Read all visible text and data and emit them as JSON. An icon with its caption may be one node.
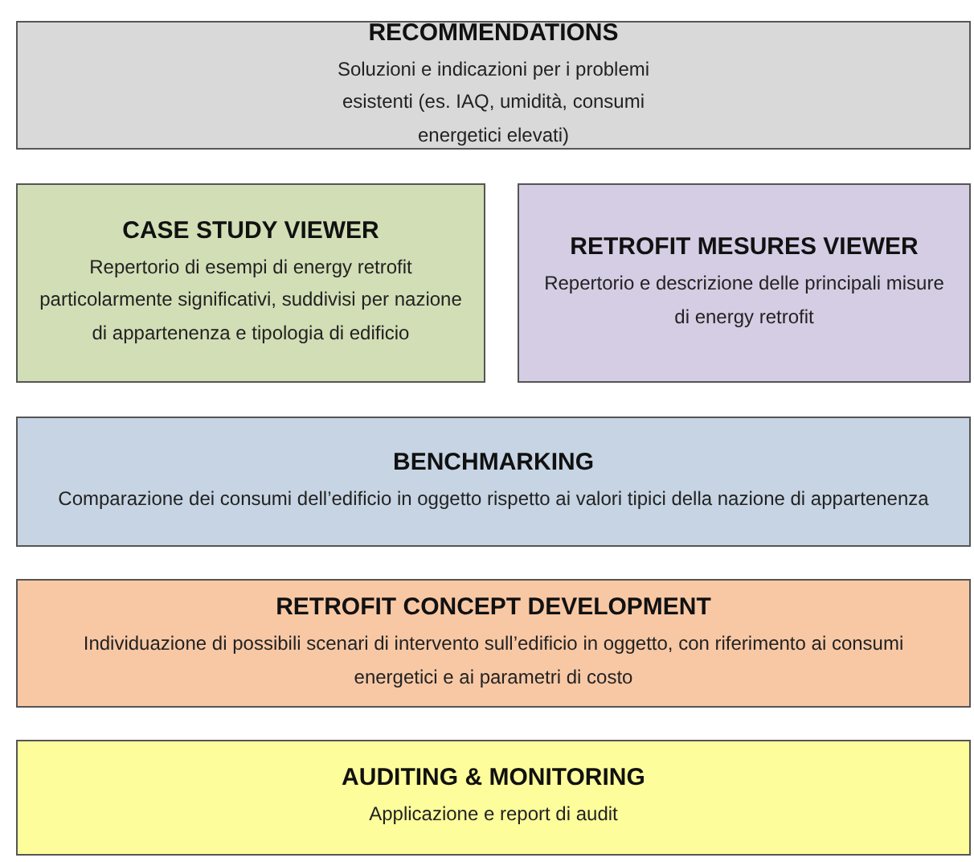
{
  "diagram": {
    "nodes": [
      {
        "text": [
          "RECOMMENDATIONS",
          "Soluzioni e indicazioni per i problemi esistenti (es. IAQ, umidità, consumi energetici elevati)"
        ]
      },
      {
        "text": [
          "CASE STUDY VIEWER",
          "Repertorio di esempi di energy retrofit particolarmente significativi, suddivisi per nazione di appartenenza e tipologia di edificio"
        ]
      },
      {
        "text": [
          "RETROFIT MESURES VIEWER",
          "Repertorio e descrizione delle principali misure di energy retrofit"
        ]
      },
      {
        "text": [
          "BENCHMARKING",
          "Comparazione dei consumi dell’edificio in oggetto rispetto ai valori tipici della nazione di appartenenza"
        ]
      },
      {
        "text": [
          "RETROFIT CONCEPT DEVELOPMENT",
          "Individuazione di possibili scenari di intervento sull’edificio in oggetto, con riferimento ai consumi energetici e ai parametri di costo"
        ]
      },
      {
        "text": [
          "AUDITING & MONITORING",
          "Applicazione e report di audit"
        ]
      }
    ]
  }
}
